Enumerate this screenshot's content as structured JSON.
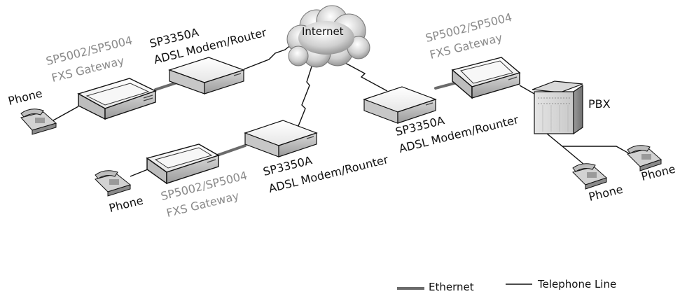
{
  "cloud": {
    "label": "Internet"
  },
  "devices": {
    "gateway_left": {
      "model": "SP5002/SP5004",
      "type": "FXS Gateway"
    },
    "modem_left_top": {
      "model": "SP3350A",
      "type": "ADSL Modem/Router"
    },
    "gateway_bottom": {
      "model": "SP5002/SP5004",
      "type": "FXS Gateway"
    },
    "modem_bottom": {
      "model": "SP3350A",
      "type": "ADSL Modem/Rounter"
    },
    "modem_right": {
      "model": "SP3350A",
      "type": "ADSL Modem/Rounter"
    },
    "gateway_right": {
      "model": "SP5002/SP5004",
      "type": "FXS Gateway"
    },
    "pbx": {
      "label": "PBX"
    }
  },
  "phones": {
    "left": "Phone",
    "bottom": "Phone",
    "right_a": "Phone",
    "right_b": "Phone"
  },
  "legend": {
    "ethernet": "Ethernet",
    "telephone": "Telephone Line"
  },
  "colors": {
    "ethernet_line": "#6b6b6b",
    "telephone_line": "#111111",
    "label_grey": "#8a8a8a"
  }
}
